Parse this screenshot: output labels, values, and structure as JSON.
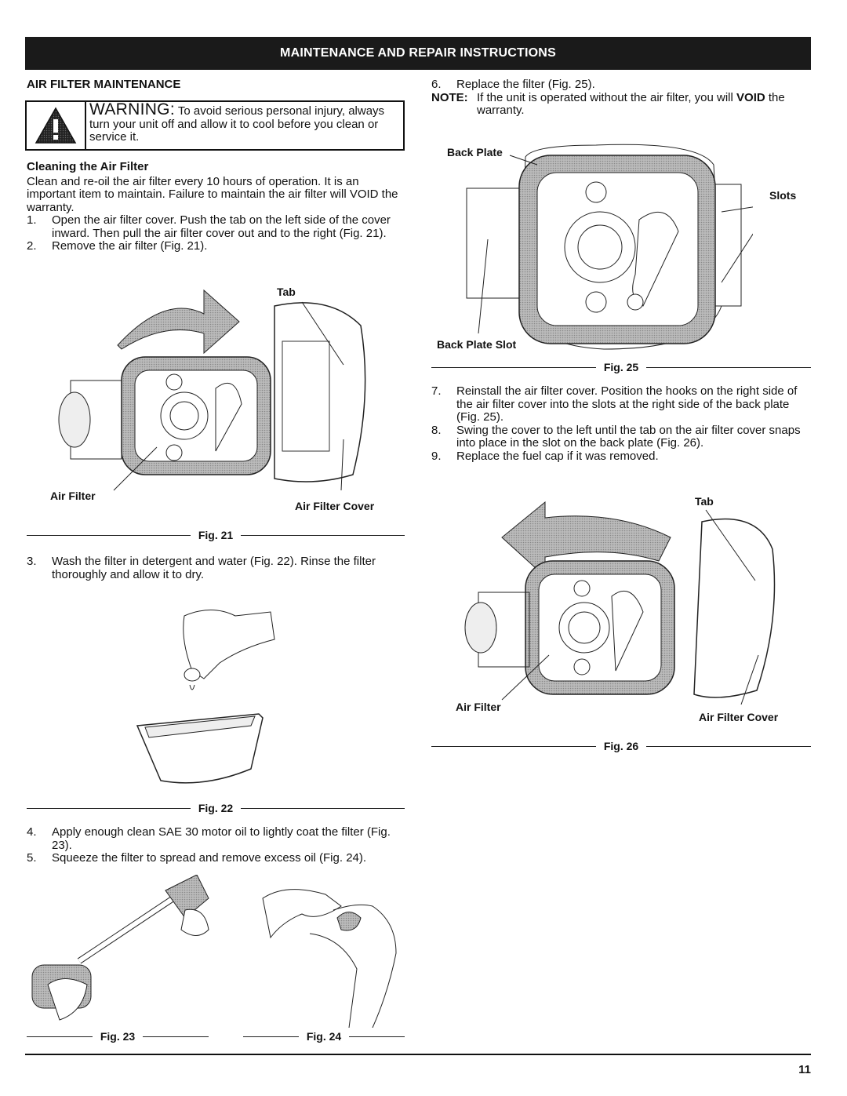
{
  "banner": "MAINTENANCE AND REPAIR INSTRUCTIONS",
  "left": {
    "heading": "AIR FILTER MAINTENANCE",
    "warning_label": "WARNING:",
    "warning_text": "To avoid serious personal injury, always turn your unit off and allow it to cool before you clean or service it.",
    "sub_heading": "Cleaning the Air Filter",
    "intro": "Clean and re-oil the air filter every 10 hours of operation. It is an important item to maintain. Failure to maintain the air filter will VOID the warranty.",
    "steps1": [
      {
        "num": "1.",
        "text": "Open the air filter cover. Push the tab on the left side of the cover inward. Then pull the air filter cover out and to the right (Fig. 21)."
      },
      {
        "num": "2.",
        "text": "Remove the air filter (Fig. 21)."
      }
    ],
    "fig21": {
      "caption": "Fig. 21",
      "tab": "Tab",
      "air_filter": "Air Filter",
      "air_filter_cover": "Air Filter Cover"
    },
    "step3": {
      "num": "3.",
      "text": "Wash the filter in detergent and water (Fig. 22). Rinse the filter thoroughly and allow it to dry."
    },
    "fig22": {
      "caption": "Fig. 22"
    },
    "steps2": [
      {
        "num": "4.",
        "text": "Apply enough clean SAE 30 motor oil to lightly coat the filter (Fig. 23)."
      },
      {
        "num": "5.",
        "text": "Squeeze the filter to spread and remove excess oil (Fig. 24)."
      }
    ],
    "fig23": {
      "caption": "Fig. 23"
    },
    "fig24": {
      "caption": "Fig. 24"
    }
  },
  "right": {
    "step6": {
      "num": "6.",
      "text": "Replace the filter (Fig. 25)."
    },
    "note_label": "NOTE:",
    "note_text": "If the unit is operated without the air filter, you will",
    "note_bold": "VOID",
    "note_tail": "the warranty.",
    "fig25": {
      "caption": "Fig. 25",
      "back_plate": "Back Plate",
      "slots": "Slots",
      "back_plate_slot": "Back Plate Slot"
    },
    "steps": [
      {
        "num": "7.",
        "text": "Reinstall the air filter cover. Position the hooks on the right side of the air filter cover into the slots at the right side of the back plate (Fig. 25)."
      },
      {
        "num": "8.",
        "text": "Swing the cover to the left until the tab on the air filter cover snaps into place in the slot on the back plate (Fig. 26)."
      },
      {
        "num": "9.",
        "text": "Replace the fuel cap if it was removed."
      }
    ],
    "fig26": {
      "caption": "Fig. 26",
      "tab": "Tab",
      "air_filter": "Air Filter",
      "air_filter_cover": "Air Filter Cover"
    }
  },
  "page_number": "11"
}
